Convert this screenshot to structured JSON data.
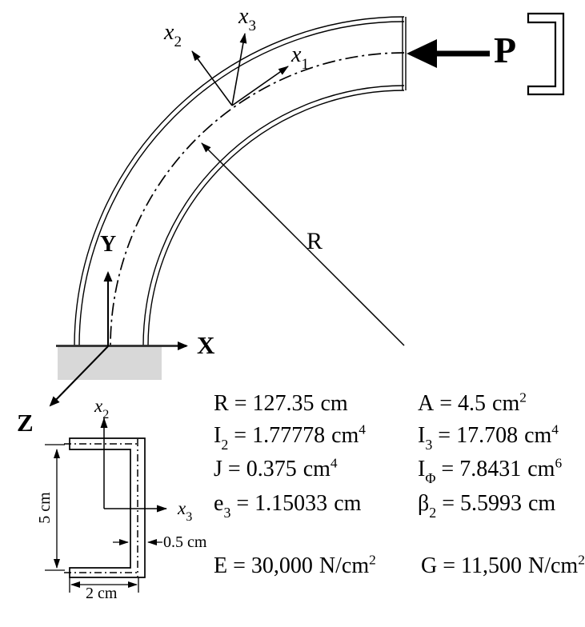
{
  "figure_caption": "Quarter-circle cantilever curved beam loaded by tip force P, channel cross-section, with section and material properties",
  "labels": {
    "force": "P",
    "radius": "R",
    "axis_x": "X",
    "axis_y": "Y",
    "axis_z": "Z",
    "x1": {
      "base": "x",
      "sub": "1"
    },
    "x2": {
      "base": "x",
      "sub": "2"
    },
    "x3": {
      "base": "x",
      "sub": "3"
    }
  },
  "section": {
    "axis2": {
      "base": "x",
      "sub": "2"
    },
    "axis3": {
      "base": "x",
      "sub": "3"
    },
    "dim_height": "5 cm",
    "dim_width": "2 cm",
    "dim_thickness": "0.5 cm"
  },
  "properties": {
    "left": [
      {
        "sym": "R",
        "sub": "",
        "val": "= 127.35",
        "unit": "cm",
        "sup": ""
      },
      {
        "sym": "I",
        "sub": "2",
        "val": "= 1.77778",
        "unit": "cm",
        "sup": "4"
      },
      {
        "sym": "J",
        "sub": "",
        "val": "= 0.375",
        "unit": "cm",
        "sup": "4"
      },
      {
        "sym": "e",
        "sub": "3",
        "val": "= 1.15033",
        "unit": "cm",
        "sup": ""
      }
    ],
    "right": [
      {
        "sym": "A",
        "sub": "",
        "val": "= 4.5",
        "unit": "cm",
        "sup": "2"
      },
      {
        "sym": "I",
        "sub": "3",
        "val": "= 17.708",
        "unit": "cm",
        "sup": "4"
      },
      {
        "sym": "I",
        "sub": "Φ",
        "val": "= 7.8431",
        "unit": "cm",
        "sup": "6"
      },
      {
        "sym": "β",
        "sub": "2",
        "val": "= 5.5993",
        "unit": "cm",
        "sup": ""
      }
    ],
    "bottom": [
      {
        "sym": "E",
        "sub": "",
        "val": "= 30,000",
        "unit": "N/cm",
        "sup": "2"
      },
      {
        "sym": "G",
        "sub": "",
        "val": "= 11,500",
        "unit": "N/cm",
        "sup": "2"
      }
    ]
  },
  "colors": {
    "support_gray": "#d8d8d8",
    "support_edge": "#2b2b2b",
    "ink": "#000000"
  }
}
